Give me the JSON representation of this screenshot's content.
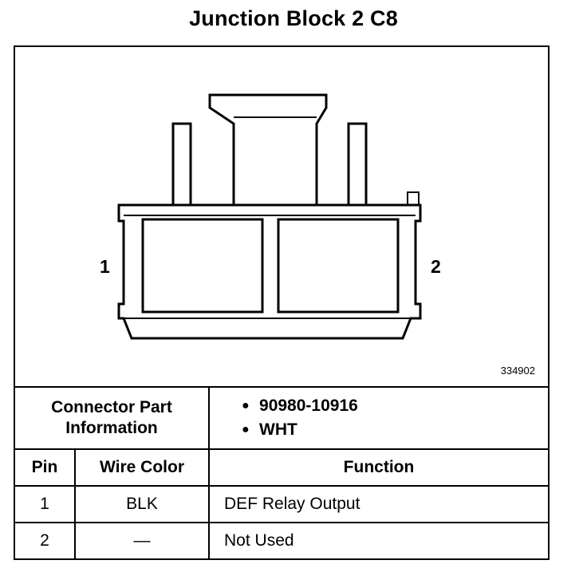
{
  "title": "Junction Block 2 C8",
  "diagram": {
    "pin_left": "1",
    "pin_right": "2",
    "figure_number": "334902"
  },
  "connector_info": {
    "header": "Connector Part Information",
    "items": [
      "90980-10916",
      "WHT"
    ]
  },
  "table": {
    "headers": {
      "pin": "Pin",
      "wire_color": "Wire Color",
      "function": "Function"
    },
    "rows": [
      {
        "pin": "1",
        "wire_color": "BLK",
        "function": "DEF Relay Output"
      },
      {
        "pin": "2",
        "wire_color": "—",
        "function": "Not Used"
      }
    ]
  }
}
